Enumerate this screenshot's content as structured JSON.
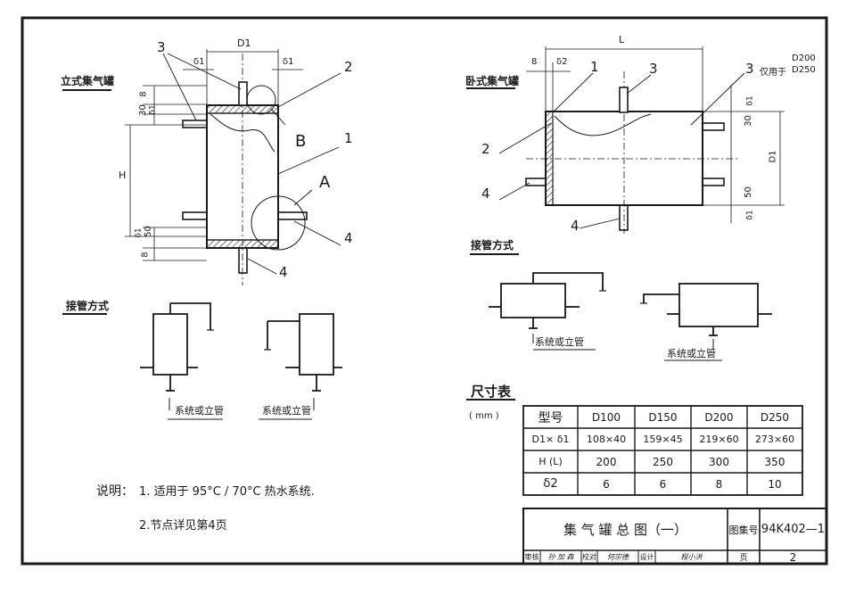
{
  "left_view": {
    "title": "立式集气罐",
    "dims": {
      "D1": "D1",
      "delta1_left": "δ1",
      "delta1_right": "δ1",
      "H": "H",
      "d8_top": "8",
      "d30": "30",
      "d_delta": "δ1",
      "d50": "50",
      "d_delta_b": "δ1",
      "d8_bot": "8"
    },
    "callouts": {
      "c3": "3",
      "c2": "2",
      "cB": "B",
      "c1": "1",
      "cA": "A",
      "c4a": "4",
      "c4b": "4"
    },
    "conn_title": "接管方式",
    "conn_label_1": "系统或立管",
    "conn_label_2": "系统或立管"
  },
  "right_view": {
    "title": "卧式集气罐",
    "dims": {
      "L": "L",
      "d8": "8",
      "delta2": "δ2",
      "delta1_top": "δ1",
      "d30": "30",
      "D1": "D1",
      "d50": "50",
      "delta1_bot": "δ1"
    },
    "callouts": {
      "c1": "1",
      "c3": "3",
      "c3_note_prefix": "3",
      "c3_note_text": "仅用于",
      "c3_d200": "D200",
      "c3_d250": "D250",
      "c2": "2",
      "c4a": "4",
      "c4b": "4"
    },
    "conn_title": "接管方式",
    "conn_label_1": "系统或立管",
    "conn_label_2": "系统或立管"
  },
  "size_table": {
    "title": "尺寸表",
    "unit": "( mm )",
    "header": [
      "型号",
      "D100",
      "D150",
      "D200",
      "D250"
    ],
    "rows": [
      [
        "D1× δ1",
        "108×40",
        "159×45",
        "219×60",
        "273×60"
      ],
      [
        "H (L)",
        "200",
        "250",
        "300",
        "350"
      ],
      [
        "δ2",
        "6",
        "6",
        "8",
        "10"
      ]
    ]
  },
  "notes": {
    "label": "说明：",
    "item1": "1. 适用于 95°C / 70°C 热水系统.",
    "item2": "2.节点详见第4页"
  },
  "title_block": {
    "drawing_title": "集 气 罐 总 图（一）",
    "atlas_no_label": "图集号",
    "atlas_no": "94K402—1",
    "review_label": "审核",
    "review_sign": "孙 加 森",
    "check_label": "校对",
    "check_sign": "何宗德",
    "design_label": "设计",
    "design_sign": "程小洪",
    "page_label": "页",
    "page_no": "2"
  }
}
